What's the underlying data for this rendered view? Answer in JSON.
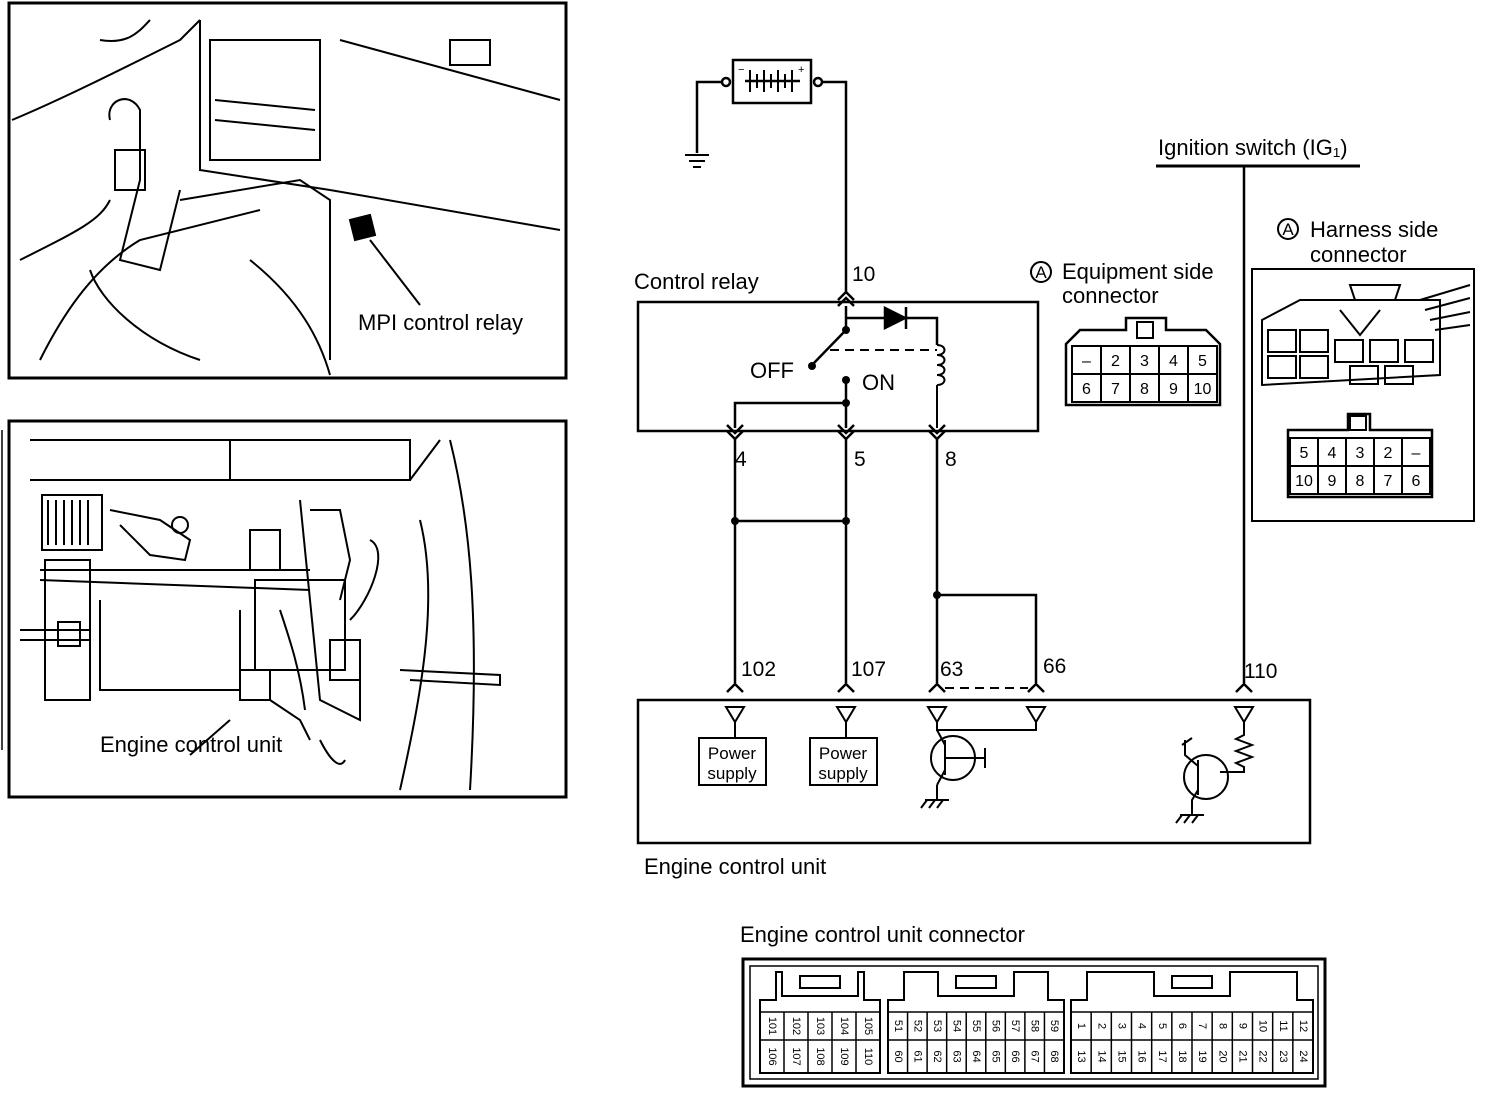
{
  "panels": {
    "top_callout": "MPI control relay",
    "bottom_callout": "Engine control unit"
  },
  "battery_symbol": "battery-icon",
  "ground_symbol": "ground-icon",
  "relay": {
    "title": "Control relay",
    "off_label": "OFF",
    "on_label": "ON",
    "terminals": {
      "t10": "10",
      "t4": "4",
      "t5": "5",
      "t8": "8"
    }
  },
  "ignition_label": "Ignition switch (IG₁)",
  "ecu": {
    "title": "Engine control unit",
    "power_supply_1": [
      "Power",
      "supply"
    ],
    "power_supply_2": [
      "Power",
      "supply"
    ],
    "terminals": {
      "p102": "102",
      "p107": "107",
      "p63": "63",
      "p66": "66",
      "p110": "110"
    }
  },
  "equipment_connector": {
    "marker": "A",
    "label_lines": [
      "Equipment side",
      "connector"
    ],
    "rows": [
      [
        "–",
        "2",
        "3",
        "4",
        "5"
      ],
      [
        "6",
        "7",
        "8",
        "9",
        "10"
      ]
    ]
  },
  "harness_connector": {
    "marker": "A",
    "label_lines": [
      "Harness side",
      "connector"
    ],
    "rows": [
      [
        "5",
        "4",
        "3",
        "2",
        "–"
      ],
      [
        "10",
        "9",
        "8",
        "7",
        "6"
      ]
    ]
  },
  "ecu_connector": {
    "title": "Engine control unit connector",
    "groups": [
      {
        "top": [
          "101",
          "102",
          "103",
          "104",
          "105"
        ],
        "bottom": [
          "106",
          "107",
          "108",
          "109",
          "110"
        ]
      },
      {
        "top": [
          "51",
          "52",
          "53",
          "54",
          "55",
          "56",
          "57",
          "58",
          "59"
        ],
        "bottom": [
          "60",
          "61",
          "62",
          "63",
          "64",
          "65",
          "66",
          "67",
          "68"
        ]
      },
      {
        "top": [
          "1",
          "2",
          "3",
          "4",
          "5",
          "6",
          "7",
          "8",
          "9",
          "10",
          "11",
          "12"
        ],
        "bottom": [
          "13",
          "14",
          "15",
          "16",
          "17",
          "18",
          "19",
          "20",
          "21",
          "22",
          "23",
          "24"
        ]
      }
    ]
  }
}
